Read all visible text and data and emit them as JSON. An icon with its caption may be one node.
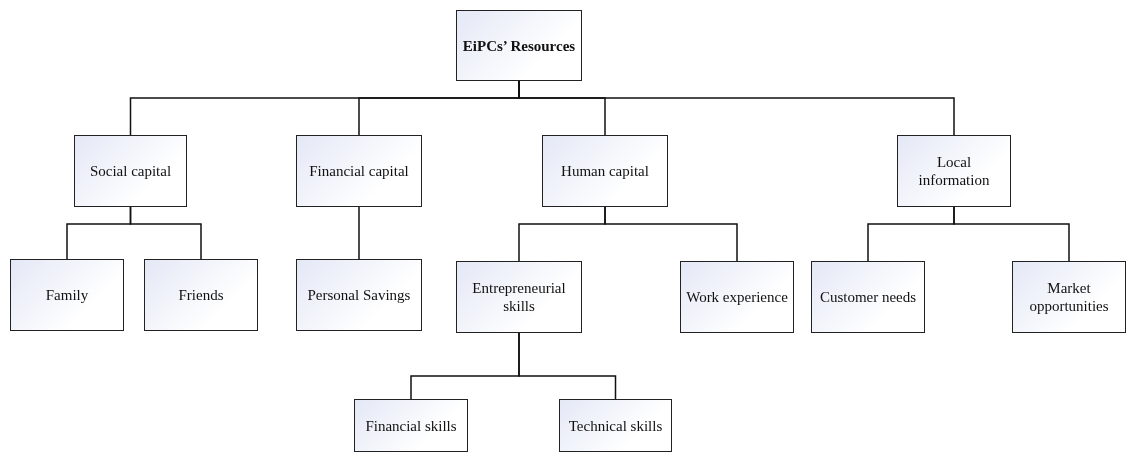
{
  "diagram": {
    "nodes": [
      {
        "text": [
          "EiPCs’ Resources"
        ]
      },
      {
        "text": [
          "Social capital"
        ]
      },
      {
        "text": [
          "Financial capital"
        ]
      },
      {
        "text": [
          "Human capital"
        ]
      },
      {
        "text": [
          "Local information"
        ]
      },
      {
        "text": [
          "Family"
        ]
      },
      {
        "text": [
          "Friends"
        ]
      },
      {
        "text": [
          "Personal Savings"
        ]
      },
      {
        "text": [
          "Entrepreneurial skills"
        ]
      },
      {
        "text": [
          "Work experience"
        ]
      },
      {
        "text": [
          "Customer needs"
        ]
      },
      {
        "text": [
          "Market opportunities"
        ]
      },
      {
        "text": [
          "Financial skills"
        ]
      },
      {
        "text": [
          "Technical skills"
        ]
      }
    ],
    "edges": [
      {
        "from": 0,
        "to": 1,
        "arrow": "none"
      },
      {
        "from": 0,
        "to": 2,
        "arrow": "none"
      },
      {
        "from": 0,
        "to": 3,
        "arrow": "none"
      },
      {
        "from": 0,
        "to": 4,
        "arrow": "none"
      },
      {
        "from": 1,
        "to": 5,
        "arrow": "none"
      },
      {
        "from": 1,
        "to": 6,
        "arrow": "none"
      },
      {
        "from": 2,
        "to": 7,
        "arrow": "none"
      },
      {
        "from": 3,
        "to": 8,
        "arrow": "none"
      },
      {
        "from": 3,
        "to": 9,
        "arrow": "none"
      },
      {
        "from": 4,
        "to": 10,
        "arrow": "none"
      },
      {
        "from": 4,
        "to": 11,
        "arrow": "none"
      },
      {
        "from": 8,
        "to": 12,
        "arrow": "none"
      },
      {
        "from": 8,
        "to": 13,
        "arrow": "none"
      }
    ]
  }
}
